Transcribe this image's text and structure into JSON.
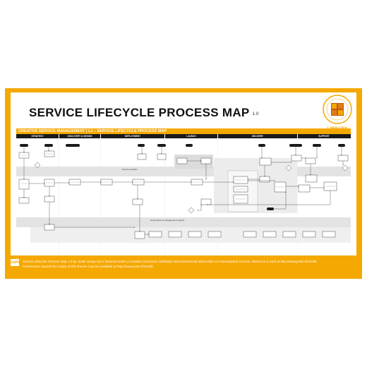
{
  "page": {
    "title": "SERVICE LIFECYCLE PROCESS MAP",
    "version": "1.0",
    "logo_text": "LIBRARY",
    "logo_ring_text": "CREATIVE SERVICE MANAGEMENT",
    "banner": "CREATIVE SERVICE MANAGEMENT | L1 – SERVICE LIFECYCLE PROCESS MAP",
    "footer_mark": "Ju/Pe",
    "license_line1": "Service Lifecycle Process Map 1.0 by Justin Group Oy is licensed under a Creative Commons Attribution-NonCommercial-ShareAlike 4.0 International License. Based on a work at http://www.justin.fi/csmlib.",
    "license_line2": "Permissions beyond the scope of this license may be available at http://www.justin.fi/csmlib."
  },
  "colors": {
    "accent": "#f5a800",
    "lane_gray": "#e3e3e3",
    "box_dark": "#1a1a1a"
  },
  "phases": [
    "STRATEGY",
    "DISCOVERY & DESIGN",
    "DEPLOYMENT",
    "LAUNCH",
    "DELIVERY",
    "SUPPORT"
  ],
  "bands": {
    "portfolio": "Service portfolio",
    "governance": "Governance & management support"
  }
}
